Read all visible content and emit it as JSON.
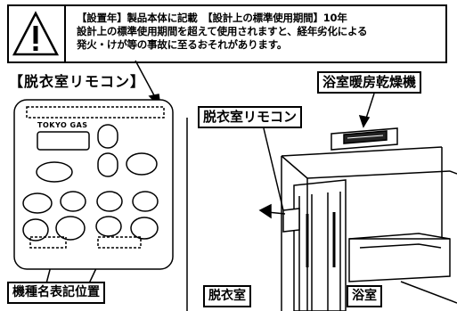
{
  "warning": {
    "icon": "warning-triangle-icon",
    "lines": [
      "【設置年】製品本体に記載　【設計上の標準使用期間】10年",
      "設計上の標準使用期間を超えて使用されますと、経年劣化による",
      "発火・けが等の事故に至るおそれがあります。"
    ]
  },
  "labels": {
    "remote_title": "【脱衣室リモコン】",
    "bathroom_dryer": "浴室暖房乾燥機",
    "remote_in_room": "脱衣室リモコン",
    "model_position": "機種名表記位置",
    "changing_room": "脱衣室",
    "bathroom": "浴室"
  },
  "remote": {
    "brand": "TOKYO GAS"
  }
}
